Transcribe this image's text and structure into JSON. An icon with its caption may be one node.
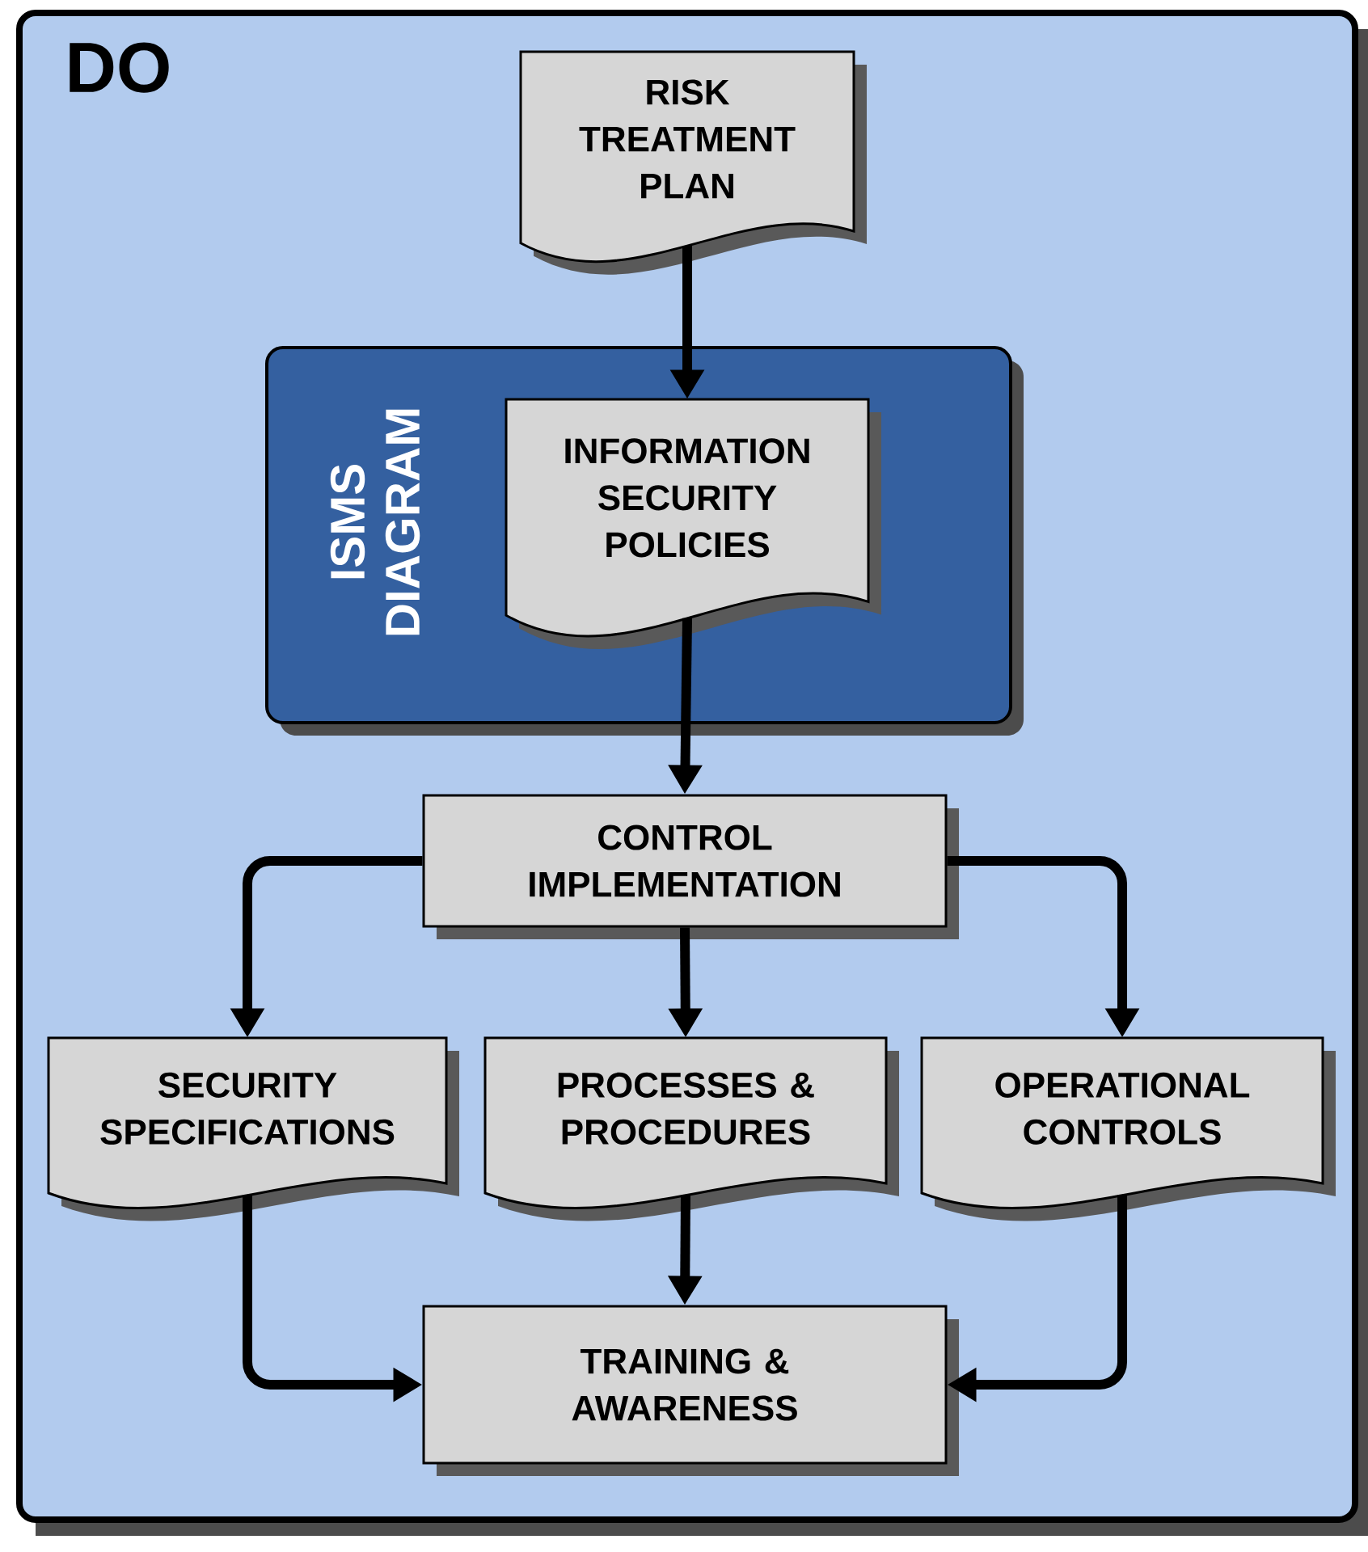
{
  "diagram": {
    "nodes": [
      {
        "text": [
          "DO"
        ]
      },
      {
        "text": [
          "RISK TREATMENT PLAN"
        ],
        "in": 0
      },
      {
        "text": [
          "ISMS DIAGRAM"
        ],
        "in": 0
      },
      {
        "text": [
          "INFORMATION SECURITY POLICIES"
        ],
        "in": 2
      },
      {
        "text": [
          "CONTROL IMPLEMENTATION"
        ],
        "in": 0
      },
      {
        "text": [
          "SECURITY SPECIFICATIONS"
        ],
        "in": 0
      },
      {
        "text": [
          "PROCESSES & PROCEDURES"
        ],
        "in": 0
      },
      {
        "text": [
          "OPERATIONAL CONTROLS"
        ],
        "in": 0
      },
      {
        "text": [
          "TRAINING & AWARENESS"
        ],
        "in": 0
      }
    ],
    "edges": [
      {
        "from": 1,
        "to": 3,
        "arrow": "to"
      },
      {
        "from": 3,
        "to": 4,
        "arrow": "to"
      },
      {
        "from": 4,
        "to": 5,
        "arrow": "to"
      },
      {
        "from": 4,
        "to": 6,
        "arrow": "to"
      },
      {
        "from": 4,
        "to": 7,
        "arrow": "to"
      },
      {
        "from": 5,
        "to": 8,
        "arrow": "to"
      },
      {
        "from": 6,
        "to": 8,
        "arrow": "to"
      },
      {
        "from": 7,
        "to": 8,
        "arrow": "to"
      }
    ]
  }
}
